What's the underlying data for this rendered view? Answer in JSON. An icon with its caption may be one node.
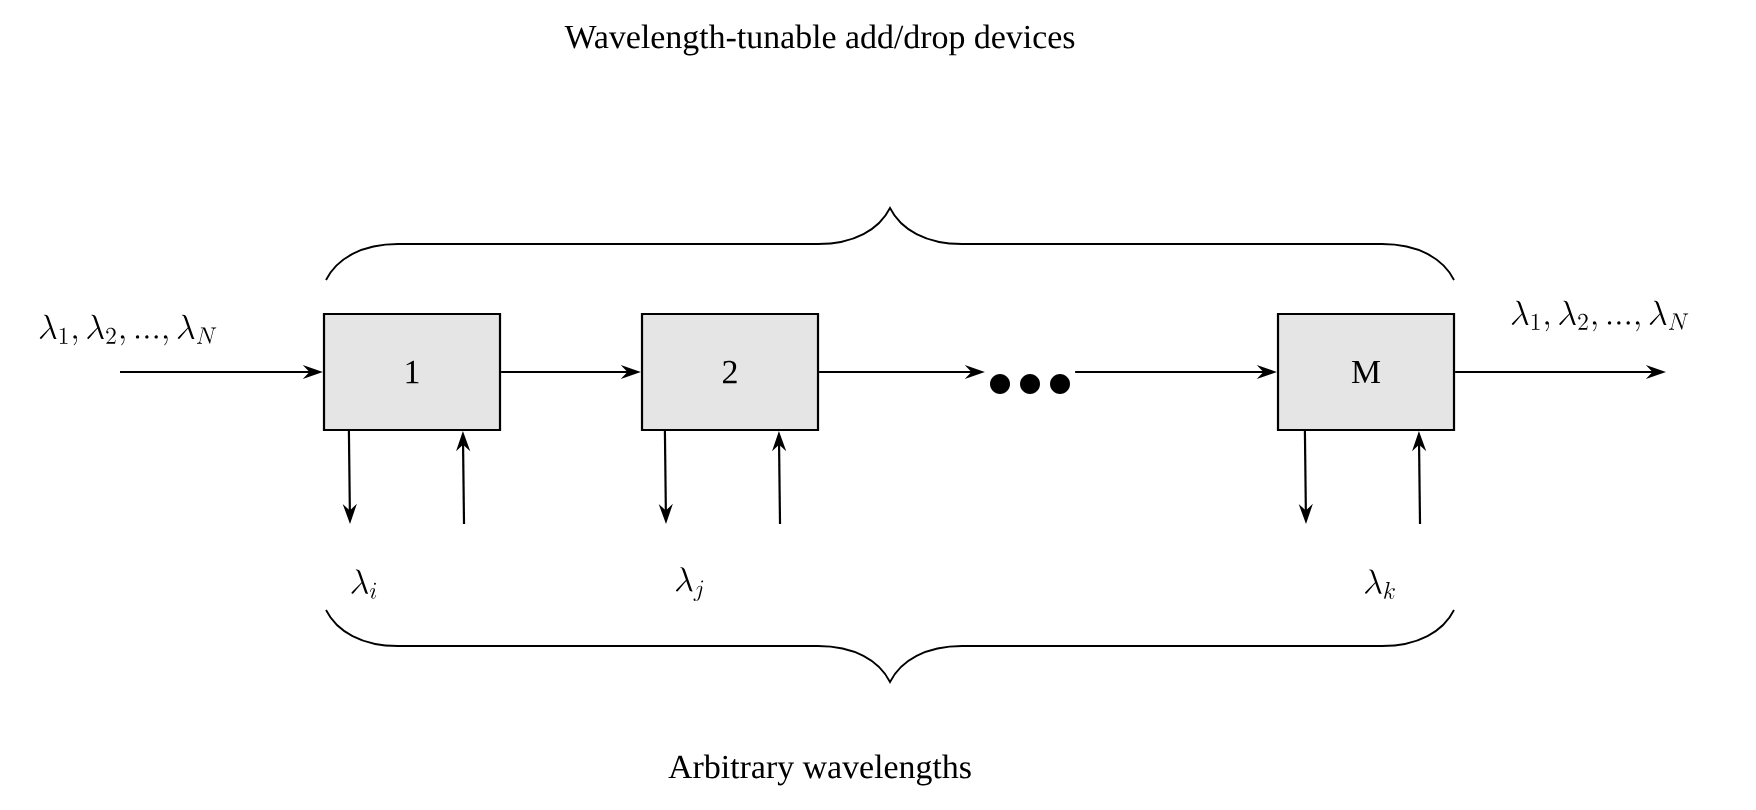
{
  "diagram": {
    "nodes": [
      {
        "text": [
          "1"
        ]
      },
      {
        "text": [
          "2"
        ]
      },
      {
        "text": [],
        "shape": "dots"
      },
      {
        "text": [
          "M"
        ]
      }
    ],
    "edges": [
      {
        "from": null,
        "to": 0,
        "arrow": "to",
        "label": "\\lambda_1, \\lambda_2, ..., \\lambda_N"
      },
      {
        "from": 0,
        "to": 1,
        "arrow": "to"
      },
      {
        "from": 1,
        "to": 2,
        "arrow": "to"
      },
      {
        "from": 2,
        "to": 3,
        "arrow": "to"
      },
      {
        "from": 3,
        "to": null,
        "arrow": "to",
        "label": "\\lambda_1, \\lambda_2, ..., \\lambda_N"
      },
      {
        "from": 0,
        "to": null,
        "arrow": "to"
      },
      {
        "from": null,
        "to": 0,
        "arrow": "to"
      },
      {
        "from": 1,
        "to": null,
        "arrow": "to"
      },
      {
        "from": null,
        "to": 1,
        "arrow": "to"
      },
      {
        "from": 3,
        "to": null,
        "arrow": "to"
      },
      {
        "from": null,
        "to": 3,
        "arrow": "to"
      }
    ],
    "labels": [
      "Wavelength-tunable add/drop devices",
      "\\lambda_i",
      "\\lambda_j",
      "\\lambda_k",
      "Arbitrary wavelengths"
    ]
  }
}
